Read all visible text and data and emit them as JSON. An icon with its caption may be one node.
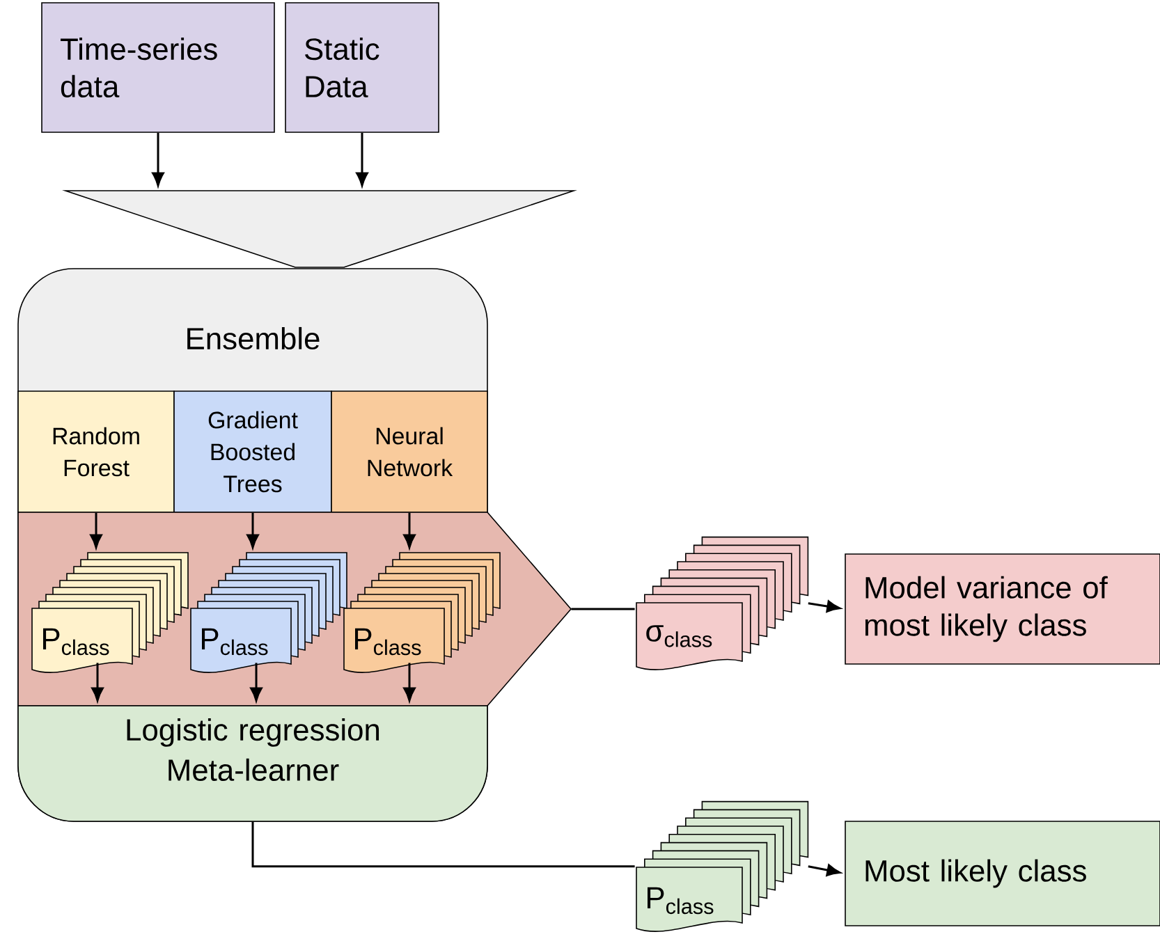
{
  "diagram": {
    "nodes": [
      {
        "text": [
          "Time-series data"
        ]
      },
      {
        "text": [
          "Static Data"
        ]
      },
      {
        "text": [],
        "shape": "trapezoid"
      },
      {
        "text": [
          "Ensemble"
        ]
      },
      {
        "text": [
          "Random Forest"
        ],
        "in": 3
      },
      {
        "text": [
          "Gradient Boosted Trees"
        ],
        "in": 3
      },
      {
        "text": [
          "Neural Network"
        ],
        "in": 3
      },
      {
        "text": [],
        "shape": "pentagon"
      },
      {
        "text": [
          "P$_{class}$"
        ],
        "in": 7
      },
      {
        "text": [
          "P$_{class}$"
        ],
        "in": 7
      },
      {
        "text": [
          "P$_{class}$"
        ],
        "in": 7
      },
      {
        "text": [
          "Logistic regression Meta-learner"
        ],
        "in": 3
      },
      {
        "text": [
          "σ$_{class}$"
        ]
      },
      {
        "text": [
          "Model variance of most likely class"
        ]
      },
      {
        "text": [
          "P$_{class}$"
        ]
      },
      {
        "text": [
          "Most likely class"
        ]
      }
    ],
    "edges": [
      {
        "from": 0,
        "to": 2,
        "arrow": "to"
      },
      {
        "from": 1,
        "to": 2,
        "arrow": "to"
      },
      {
        "from": 4,
        "to": 8,
        "arrow": "to"
      },
      {
        "from": 5,
        "to": 9,
        "arrow": "to"
      },
      {
        "from": 6,
        "to": 10,
        "arrow": "to"
      },
      {
        "from": 8,
        "to": 11,
        "arrow": "to"
      },
      {
        "from": 9,
        "to": 11,
        "arrow": "to"
      },
      {
        "from": 10,
        "to": 11,
        "arrow": "to"
      },
      {
        "from": 7,
        "to": 12,
        "arrow": "none"
      },
      {
        "from": 12,
        "to": 13,
        "arrow": "to"
      },
      {
        "from": 11,
        "to": 14,
        "arrow": "none"
      },
      {
        "from": 14,
        "to": 15,
        "arrow": "to"
      }
    ]
  }
}
